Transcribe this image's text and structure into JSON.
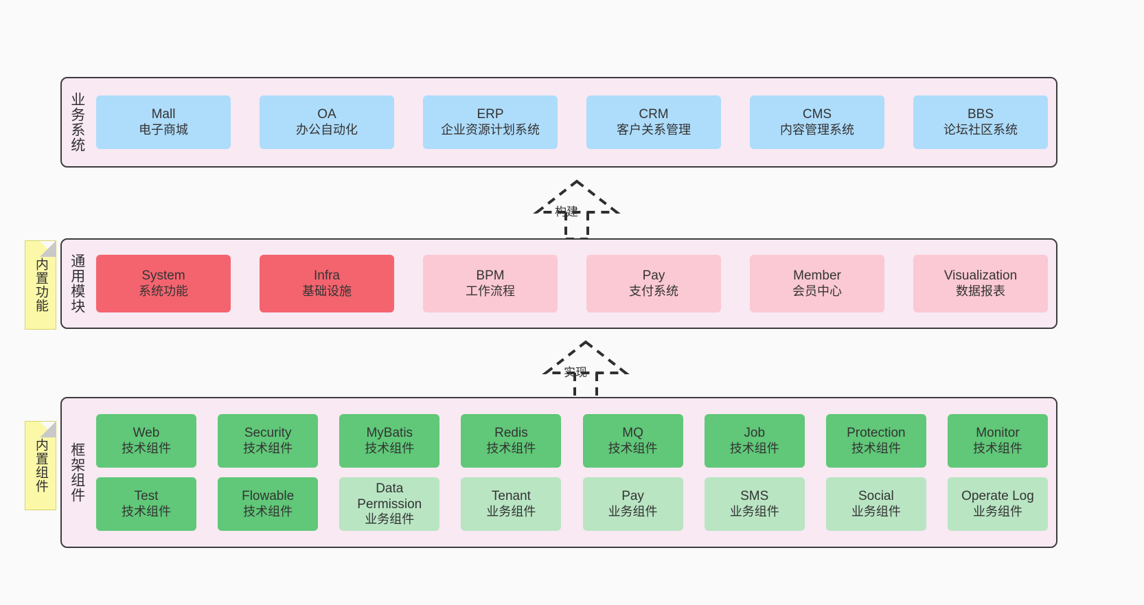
{
  "diagram": {
    "background_color": "#fafafa",
    "layer_fill": "#f8e9f3",
    "layer_border": "#3c3c3c",
    "note_fill": "#fbf8a8"
  },
  "layers": [
    {
      "id": "business",
      "title": "业务系统",
      "node_color": "#aedcfb",
      "nodes": [
        {
          "en": "Mall",
          "cn": "电子商城"
        },
        {
          "en": "OA",
          "cn": "办公自动化"
        },
        {
          "en": "ERP",
          "cn": "企业资源计划系统"
        },
        {
          "en": "CRM",
          "cn": "客户关系管理"
        },
        {
          "en": "CMS",
          "cn": "内容管理系统"
        },
        {
          "en": "BBS",
          "cn": "论坛社区系统"
        }
      ]
    },
    {
      "id": "common-modules",
      "title": "通用模块",
      "note": "内置功能",
      "node_color_primary": "#f4646e",
      "node_color_secondary": "#fbc9d3",
      "nodes": [
        {
          "en": "System",
          "cn": "系统功能",
          "style": "primary"
        },
        {
          "en": "Infra",
          "cn": "基础设施",
          "style": "primary"
        },
        {
          "en": "BPM",
          "cn": "工作流程",
          "style": "secondary"
        },
        {
          "en": "Pay",
          "cn": "支付系统",
          "style": "secondary"
        },
        {
          "en": "Member",
          "cn": "会员中心",
          "style": "secondary"
        },
        {
          "en": "Visualization",
          "cn": "数据报表",
          "style": "secondary"
        }
      ]
    },
    {
      "id": "framework-components",
      "title": "框架组件",
      "note": "内置组件",
      "node_color_primary": "#60c878",
      "node_color_secondary": "#b9e5c3",
      "rows": [
        [
          {
            "en": "Web",
            "cn": "技术组件",
            "style": "primary"
          },
          {
            "en": "Security",
            "cn": "技术组件",
            "style": "primary"
          },
          {
            "en": "MyBatis",
            "cn": "技术组件",
            "style": "primary"
          },
          {
            "en": "Redis",
            "cn": "技术组件",
            "style": "primary"
          },
          {
            "en": "MQ",
            "cn": "技术组件",
            "style": "primary"
          },
          {
            "en": "Job",
            "cn": "技术组件",
            "style": "primary"
          },
          {
            "en": "Protection",
            "cn": "技术组件",
            "style": "primary"
          },
          {
            "en": "Monitor",
            "cn": "技术组件",
            "style": "primary"
          }
        ],
        [
          {
            "en": "Test",
            "cn": "技术组件",
            "style": "primary"
          },
          {
            "en": "Flowable",
            "cn": "技术组件",
            "style": "primary"
          },
          {
            "en": "Data Permission",
            "cn": "业务组件",
            "style": "secondary"
          },
          {
            "en": "Tenant",
            "cn": "业务组件",
            "style": "secondary"
          },
          {
            "en": "Pay",
            "cn": "业务组件",
            "style": "secondary"
          },
          {
            "en": "SMS",
            "cn": "业务组件",
            "style": "secondary"
          },
          {
            "en": "Social",
            "cn": "业务组件",
            "style": "secondary"
          },
          {
            "en": "Operate Log",
            "cn": "业务组件",
            "style": "secondary"
          }
        ]
      ]
    }
  ],
  "connectors": [
    {
      "id": "build",
      "label": "构建",
      "from": "common-modules",
      "to": "business"
    },
    {
      "id": "implement",
      "label": "实现",
      "from": "framework-components",
      "to": "common-modules"
    }
  ]
}
